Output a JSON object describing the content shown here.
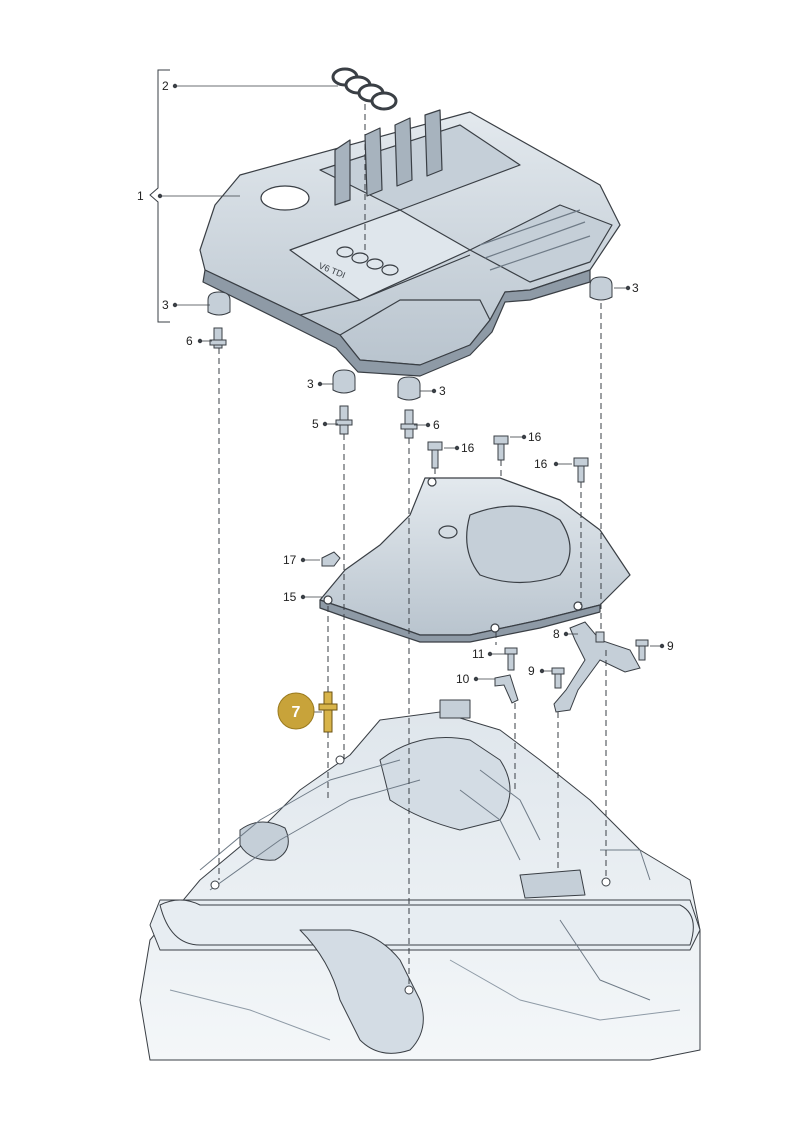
{
  "diagram": {
    "background_color": "#ffffff",
    "part_color": "#d3dce4",
    "part_dark_color": "#8e9aa6",
    "line_color": "#3a3f45",
    "highlight_color": "#c8a33a",
    "callouts": {
      "c1": "1",
      "c2": "2",
      "c3a": "3",
      "c3b": "3",
      "c3c": "3",
      "c3d": "3",
      "c5": "5",
      "c6a": "6",
      "c6b": "6",
      "c8": "8",
      "c9a": "9",
      "c9b": "9",
      "c10": "10",
      "c11": "11",
      "c15": "15",
      "c16a": "16",
      "c16b": "16",
      "c16c": "16",
      "c17": "17",
      "c7": "7"
    },
    "cover_badge_text": "V6 TDI"
  }
}
